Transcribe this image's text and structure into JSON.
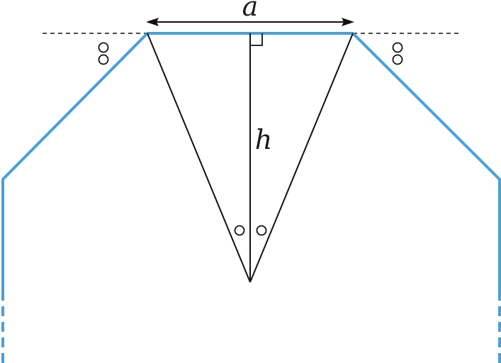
{
  "labels": {
    "width_label": "a",
    "height_label": "h"
  },
  "colors": {
    "outline": "#4a9fd8",
    "construction": "#111111",
    "background": "#ffffff"
  },
  "markers": {
    "equal_angle_marks_per_corner": 2,
    "apex_equal_angle_marks": 2,
    "right_angle_at_top": true
  }
}
